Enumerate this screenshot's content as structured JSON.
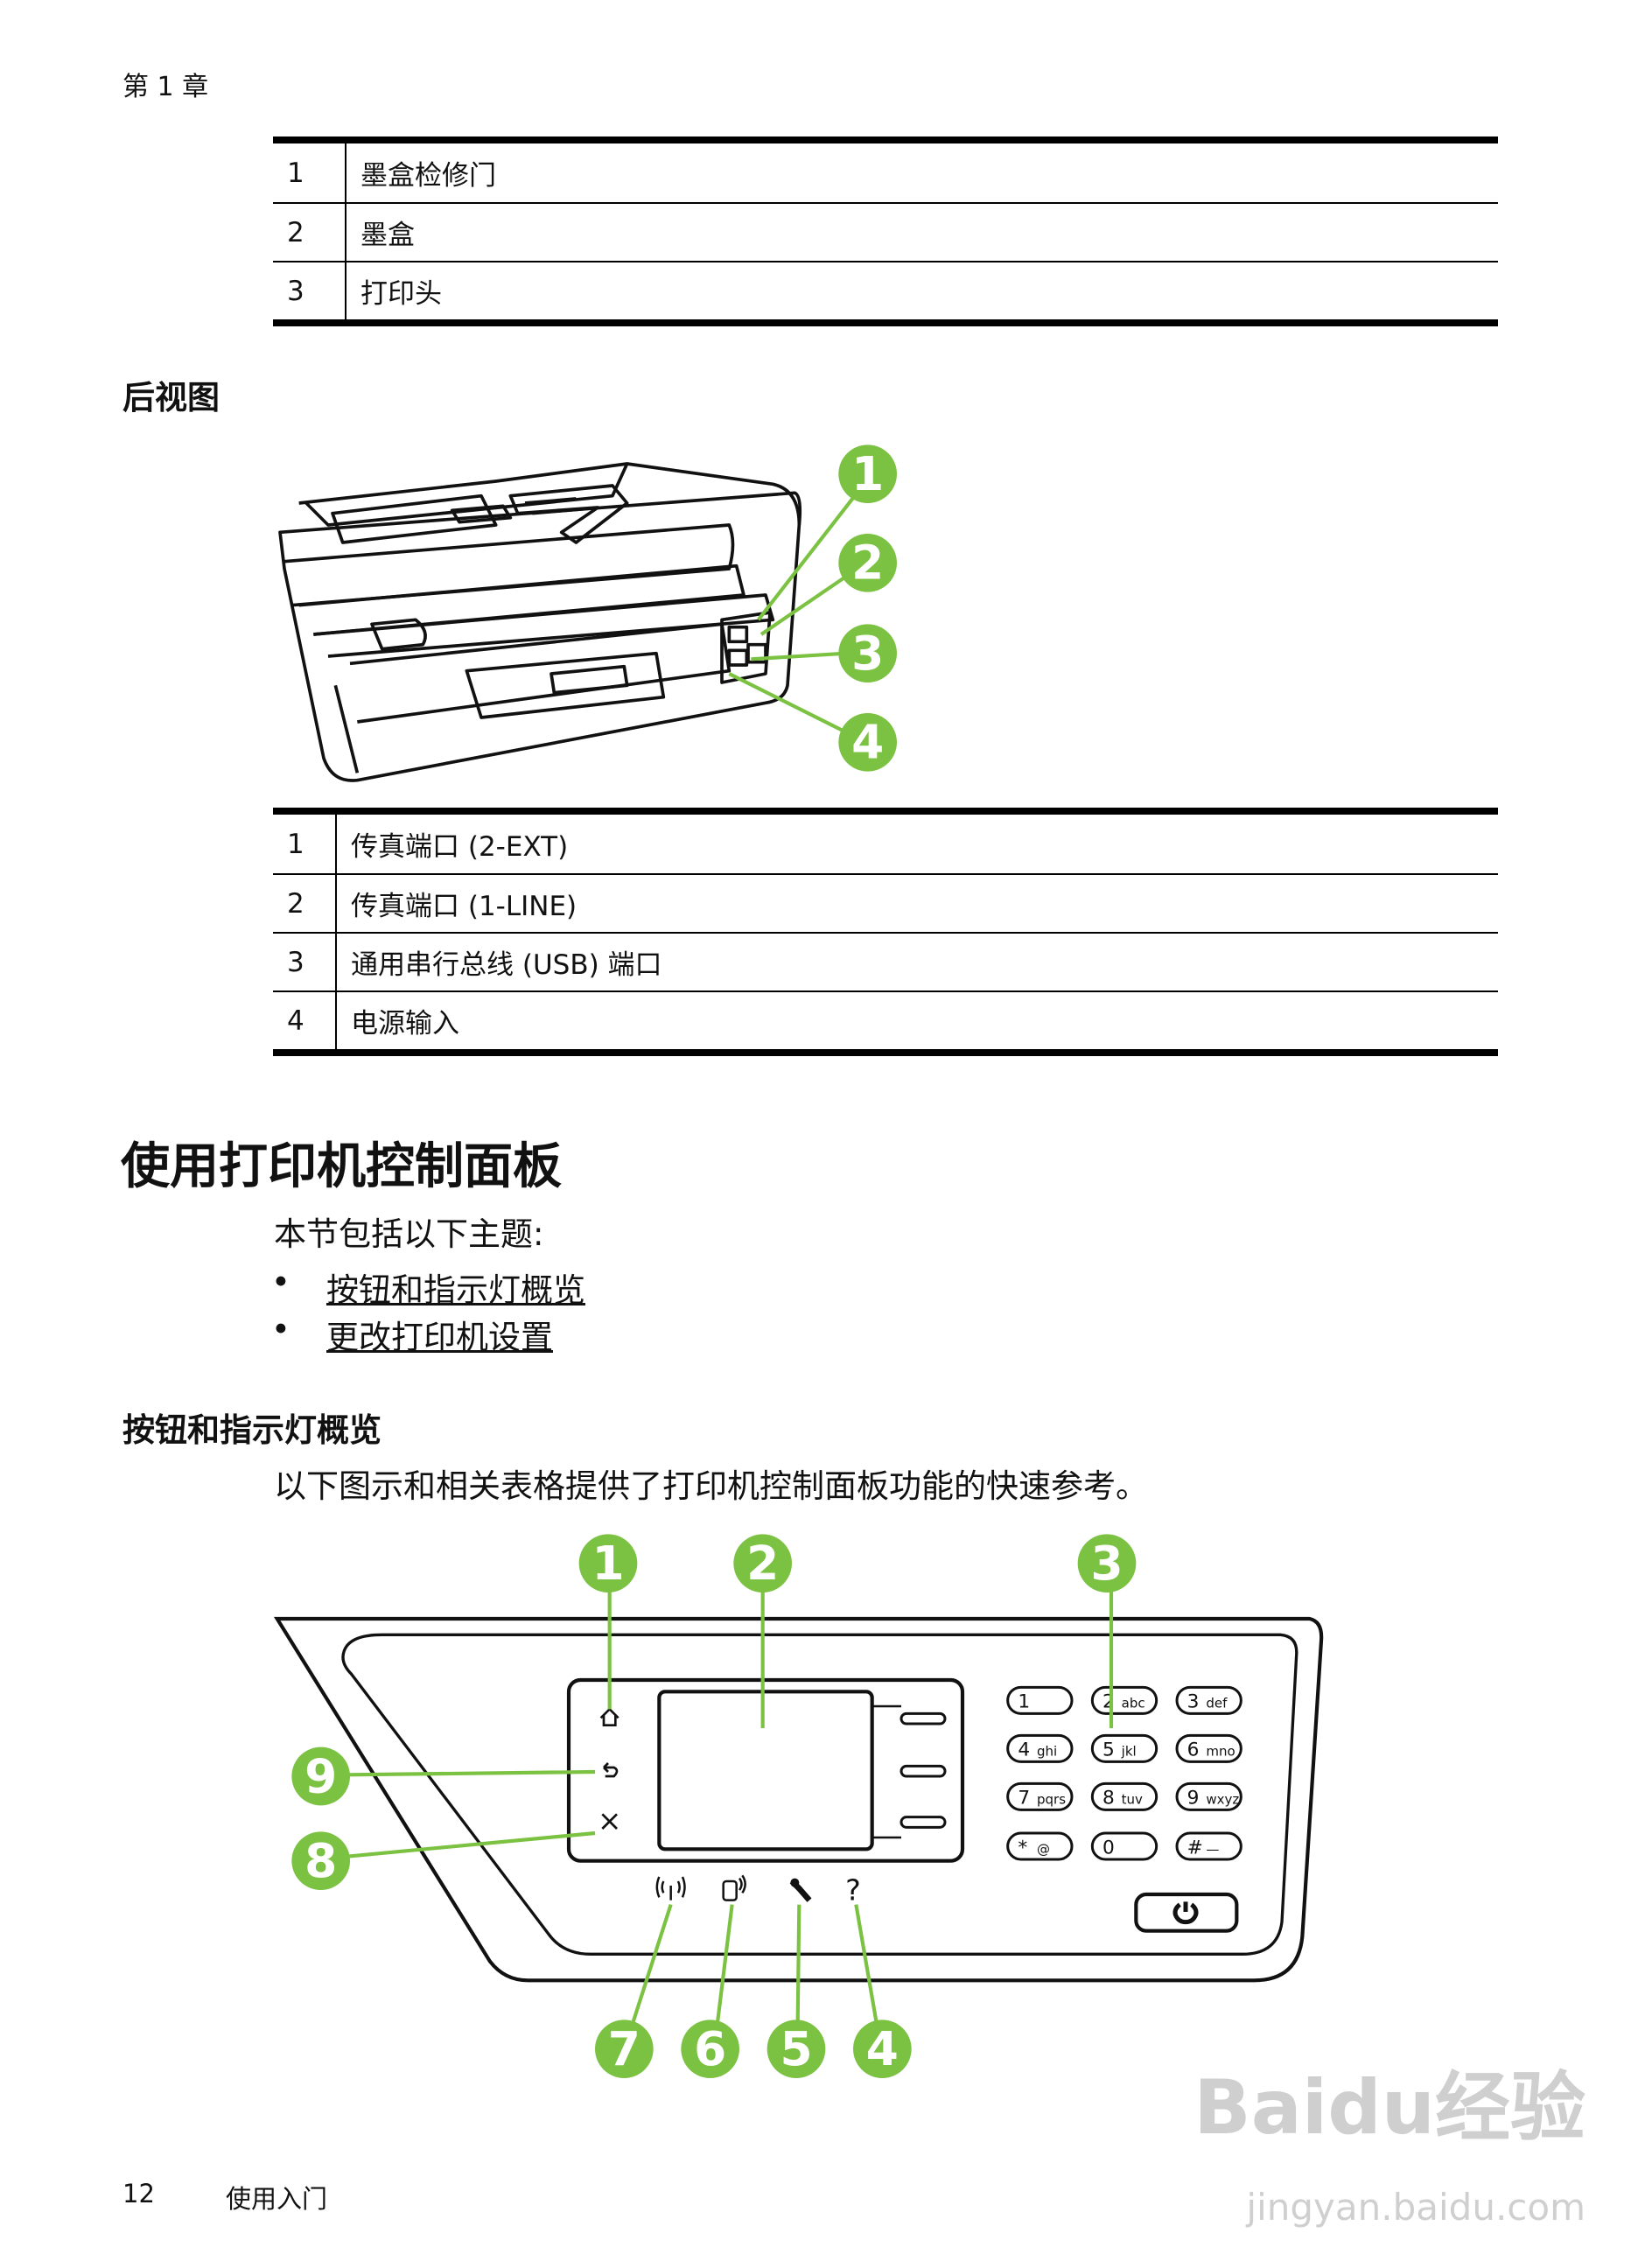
{
  "header": {
    "chapter": "第 1 章"
  },
  "table_access": {
    "rows": [
      {
        "num": "1",
        "label": "墨盒检修门"
      },
      {
        "num": "2",
        "label": "墨盒"
      },
      {
        "num": "3",
        "label": "打印头"
      }
    ]
  },
  "rear_view": {
    "title": "后视图",
    "callouts": [
      "1",
      "2",
      "3",
      "4"
    ]
  },
  "table_rear": {
    "rows": [
      {
        "num": "1",
        "label": "传真端口 (2-EXT)"
      },
      {
        "num": "2",
        "label": "传真端口 (1-LINE)"
      },
      {
        "num": "3",
        "label": "通用串行总线 (USB) 端口"
      },
      {
        "num": "4",
        "label": "电源输入"
      }
    ]
  },
  "section": {
    "title": "使用打印机控制面板",
    "intro": "本节包括以下主题:",
    "links": [
      "按钮和指示灯概览",
      "更改打印机设置"
    ]
  },
  "subsection": {
    "title": "按钮和指示灯概览",
    "desc": "以下图示和相关表格提供了打印机控制面板功能的快速参考。"
  },
  "panel": {
    "callouts": [
      "1",
      "2",
      "3",
      "4",
      "5",
      "6",
      "7",
      "8",
      "9"
    ],
    "keypad": [
      [
        "1",
        ""
      ],
      [
        "2",
        "abc"
      ],
      [
        "3",
        "def"
      ],
      [
        "4",
        "ghi"
      ],
      [
        "5",
        "jkl"
      ],
      [
        "6",
        "mno"
      ],
      [
        "7",
        "pqrs"
      ],
      [
        "8",
        "tuv"
      ],
      [
        "9",
        "wxyz"
      ],
      [
        "*",
        "@"
      ],
      [
        "0",
        ""
      ],
      [
        "#",
        "—"
      ]
    ],
    "help_symbol": "?",
    "accent_color": "#7cc242"
  },
  "footer": {
    "page": "12",
    "section": "使用入门"
  },
  "watermark": {
    "brand": "Baidu经验",
    "url": "jingyan.baidu.com"
  }
}
